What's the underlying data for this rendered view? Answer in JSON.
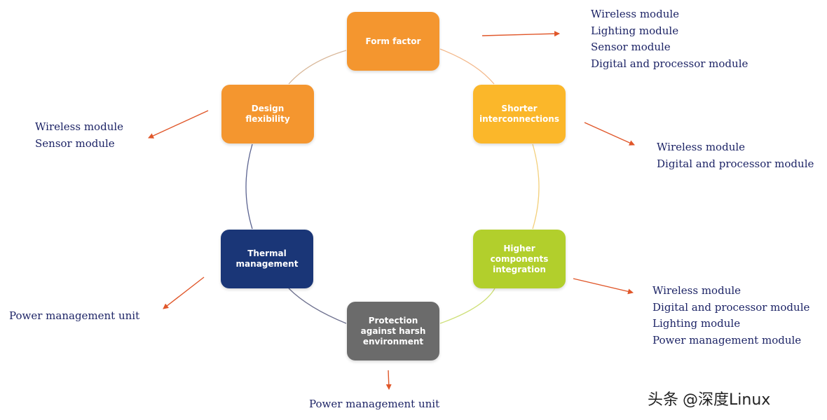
{
  "colors": {
    "form_factor": "#f4962f",
    "design_flexibility": "#f4962f",
    "shorter_interconnections": "#fbb72a",
    "higher_components_integration": "#b2cf2c",
    "protection": "#6b6b6b",
    "thermal_management": "#1a3677",
    "arrow": "#e0572a",
    "list_text": "#1d2466"
  },
  "nodes": {
    "form_factor": "Form factor",
    "design_flexibility": "Design flexibility",
    "shorter_interconnections": "Shorter\ninterconnections",
    "higher_components_integration": "Higher\ncomponents\nintegration",
    "protection": "Protection\nagainst harsh\nenvironment",
    "thermal_management": "Thermal\nmanagement"
  },
  "lists": {
    "form_factor": [
      "Wireless module",
      "Lighting module",
      "Sensor module",
      "Digital and processor module"
    ],
    "design_flexibility": [
      "Wireless module",
      "Sensor module"
    ],
    "shorter_interconnections": [
      "Wireless module",
      "Digital and processor module"
    ],
    "higher_components_integration": [
      "Wireless module",
      "Digital and processor module",
      "Lighting module",
      "Power management module"
    ],
    "thermal_management": [
      "Power management unit"
    ],
    "protection": [
      "Power management unit"
    ]
  },
  "watermark": {
    "source": "头条",
    "handle": "@深度Linux"
  }
}
